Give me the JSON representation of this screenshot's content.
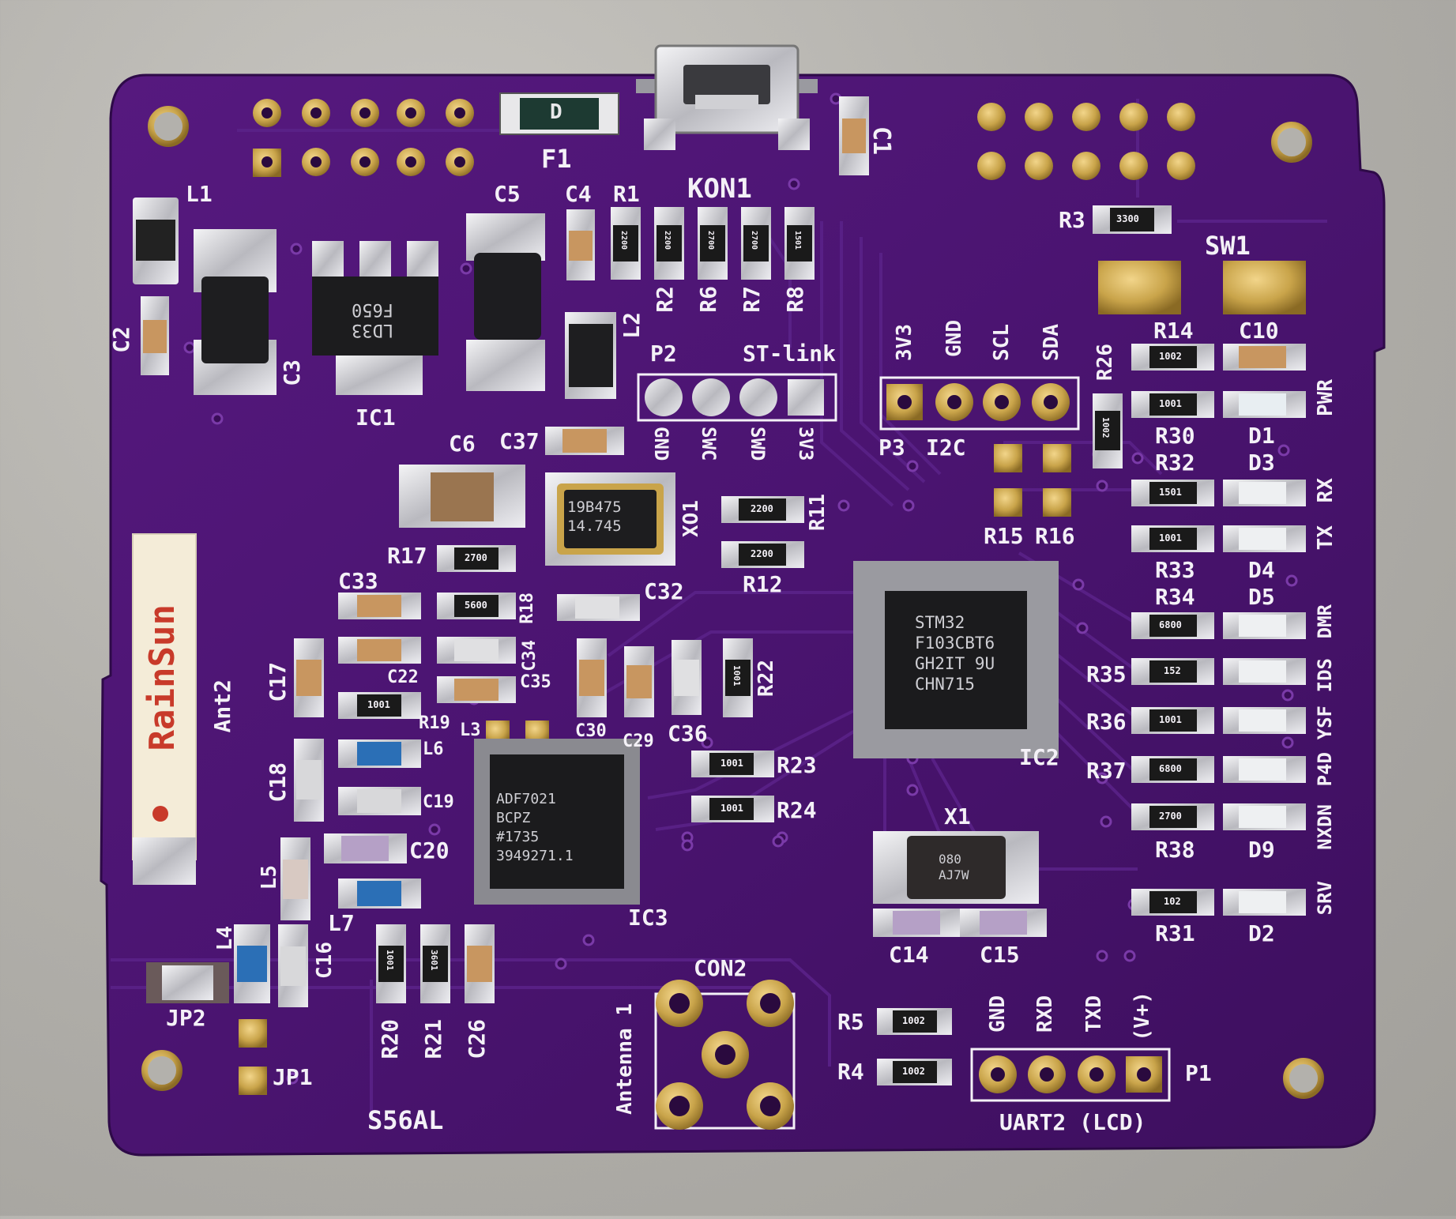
{
  "board": {
    "name": "S56AL",
    "colors": {
      "solder_mask": "#4a1470",
      "silkscreen": "#f4f1f7",
      "gold": "#c9a44a",
      "tin": "#d9d9db",
      "background": "#b3b1ac"
    }
  },
  "labels": {
    "L1": "L1",
    "F1": "F1",
    "KON1": "KON1",
    "C1": "C1",
    "C2": "C2",
    "C3": "C3",
    "C4": "C4",
    "C5": "C5",
    "R1": "R1",
    "R2": "R2",
    "R6": "R6",
    "R7": "R7",
    "R8": "R8",
    "L2": "L2",
    "IC1": "IC1",
    "R3": "R3",
    "SW1": "SW1",
    "P2": "P2",
    "ST_link": "ST-link",
    "GND_a": "GND",
    "SWC": "SWC",
    "SWD": "SWD",
    "V3_a": "3V3",
    "V3_b": "3V3",
    "GND_b": "GND",
    "SCL": "SCL",
    "SDA": "SDA",
    "R26": "R26",
    "P3": "P3",
    "I2C": "I2C",
    "R15": "R15",
    "R16": "R16",
    "R11": "R11",
    "XO1": "XO1",
    "C6": "C6",
    "C37": "C37",
    "R17": "R17",
    "R12": "R12",
    "C32": "C32",
    "C33": "C33",
    "R18": "R18",
    "C34": "C34",
    "C35": "C35",
    "C22": "C22",
    "C17": "C17",
    "R19": "R19",
    "L3": "L3",
    "C30": "C30",
    "C29": "C29",
    "C36": "C36",
    "R22": "R22",
    "R23": "R23",
    "R24": "R24",
    "L6": "L6",
    "C18": "C18",
    "C19": "C19",
    "C20": "C20",
    "L5": "L5",
    "L7": "L7",
    "L4": "L4",
    "C16": "C16",
    "JP2": "JP2",
    "JP1": "JP1",
    "R20": "R20",
    "R21": "R21",
    "C26": "C26",
    "IC3": "IC3",
    "IC2": "IC2",
    "X1": "X1",
    "C14": "C14",
    "C15": "C15",
    "CON2": "CON2",
    "Antenna1": "Antenna 1",
    "R5": "R5",
    "R4": "R4",
    "GND_c": "GND",
    "RXD": "RXD",
    "TXD": "TXD",
    "Vplus": "(V+)",
    "P1": "P1",
    "UART2": "UART2 (LCD)",
    "Ant2": "Ant2",
    "R14": "R14",
    "C10": "C10",
    "R30": "R30",
    "D1": "D1",
    "PWR": "PWR",
    "R32": "R32",
    "D3": "D3",
    "RX": "RX",
    "TX": "TX",
    "R33": "R33",
    "D4": "D4",
    "R34": "R34",
    "D5": "D5",
    "DMR": "DMR",
    "R35": "R35",
    "IDS": "IDS",
    "R36": "R36",
    "YSF": "YSF",
    "R37": "R37",
    "P4D": "P4D",
    "NXDN": "NXDN",
    "R38": "R38",
    "D9": "D9",
    "R31": "R31",
    "D2": "D2",
    "SRV": "SRV"
  },
  "chips": {
    "stm32": [
      "STM32",
      "F103CBT6",
      "GH2IT 9U",
      "CHN715"
    ],
    "adf7021": [
      "ADF7021",
      "BCPZ",
      "#1735",
      "3949271.1"
    ],
    "ld33": [
      "LD33",
      "F650"
    ],
    "tcxo": [
      "19B475",
      "14.745"
    ],
    "xtal": [
      "080",
      "AJ7W"
    ],
    "antenna_brand": "RainSun",
    "fuse_mark": "D"
  },
  "resistor_codes": {
    "r1": "2200",
    "r2": "2200",
    "r6": "2700",
    "r7": "2700",
    "r8": "1501",
    "r3": "3300",
    "r14": "1002",
    "r30": "1001",
    "r26": "1002",
    "r32": "1501",
    "r33": "1001",
    "r34": "6800",
    "r35": "152",
    "r36": "1001",
    "r37": "6800",
    "r38": "2700",
    "r31": "102",
    "r17": "2700",
    "r18": "5600",
    "r12": "2200",
    "r11": "2200",
    "r22": "1001",
    "r23": "1001",
    "r24": "1001",
    "r19": "1001",
    "r20": "1001",
    "r21": "3601",
    "r5": "1002",
    "r4": "1002"
  }
}
